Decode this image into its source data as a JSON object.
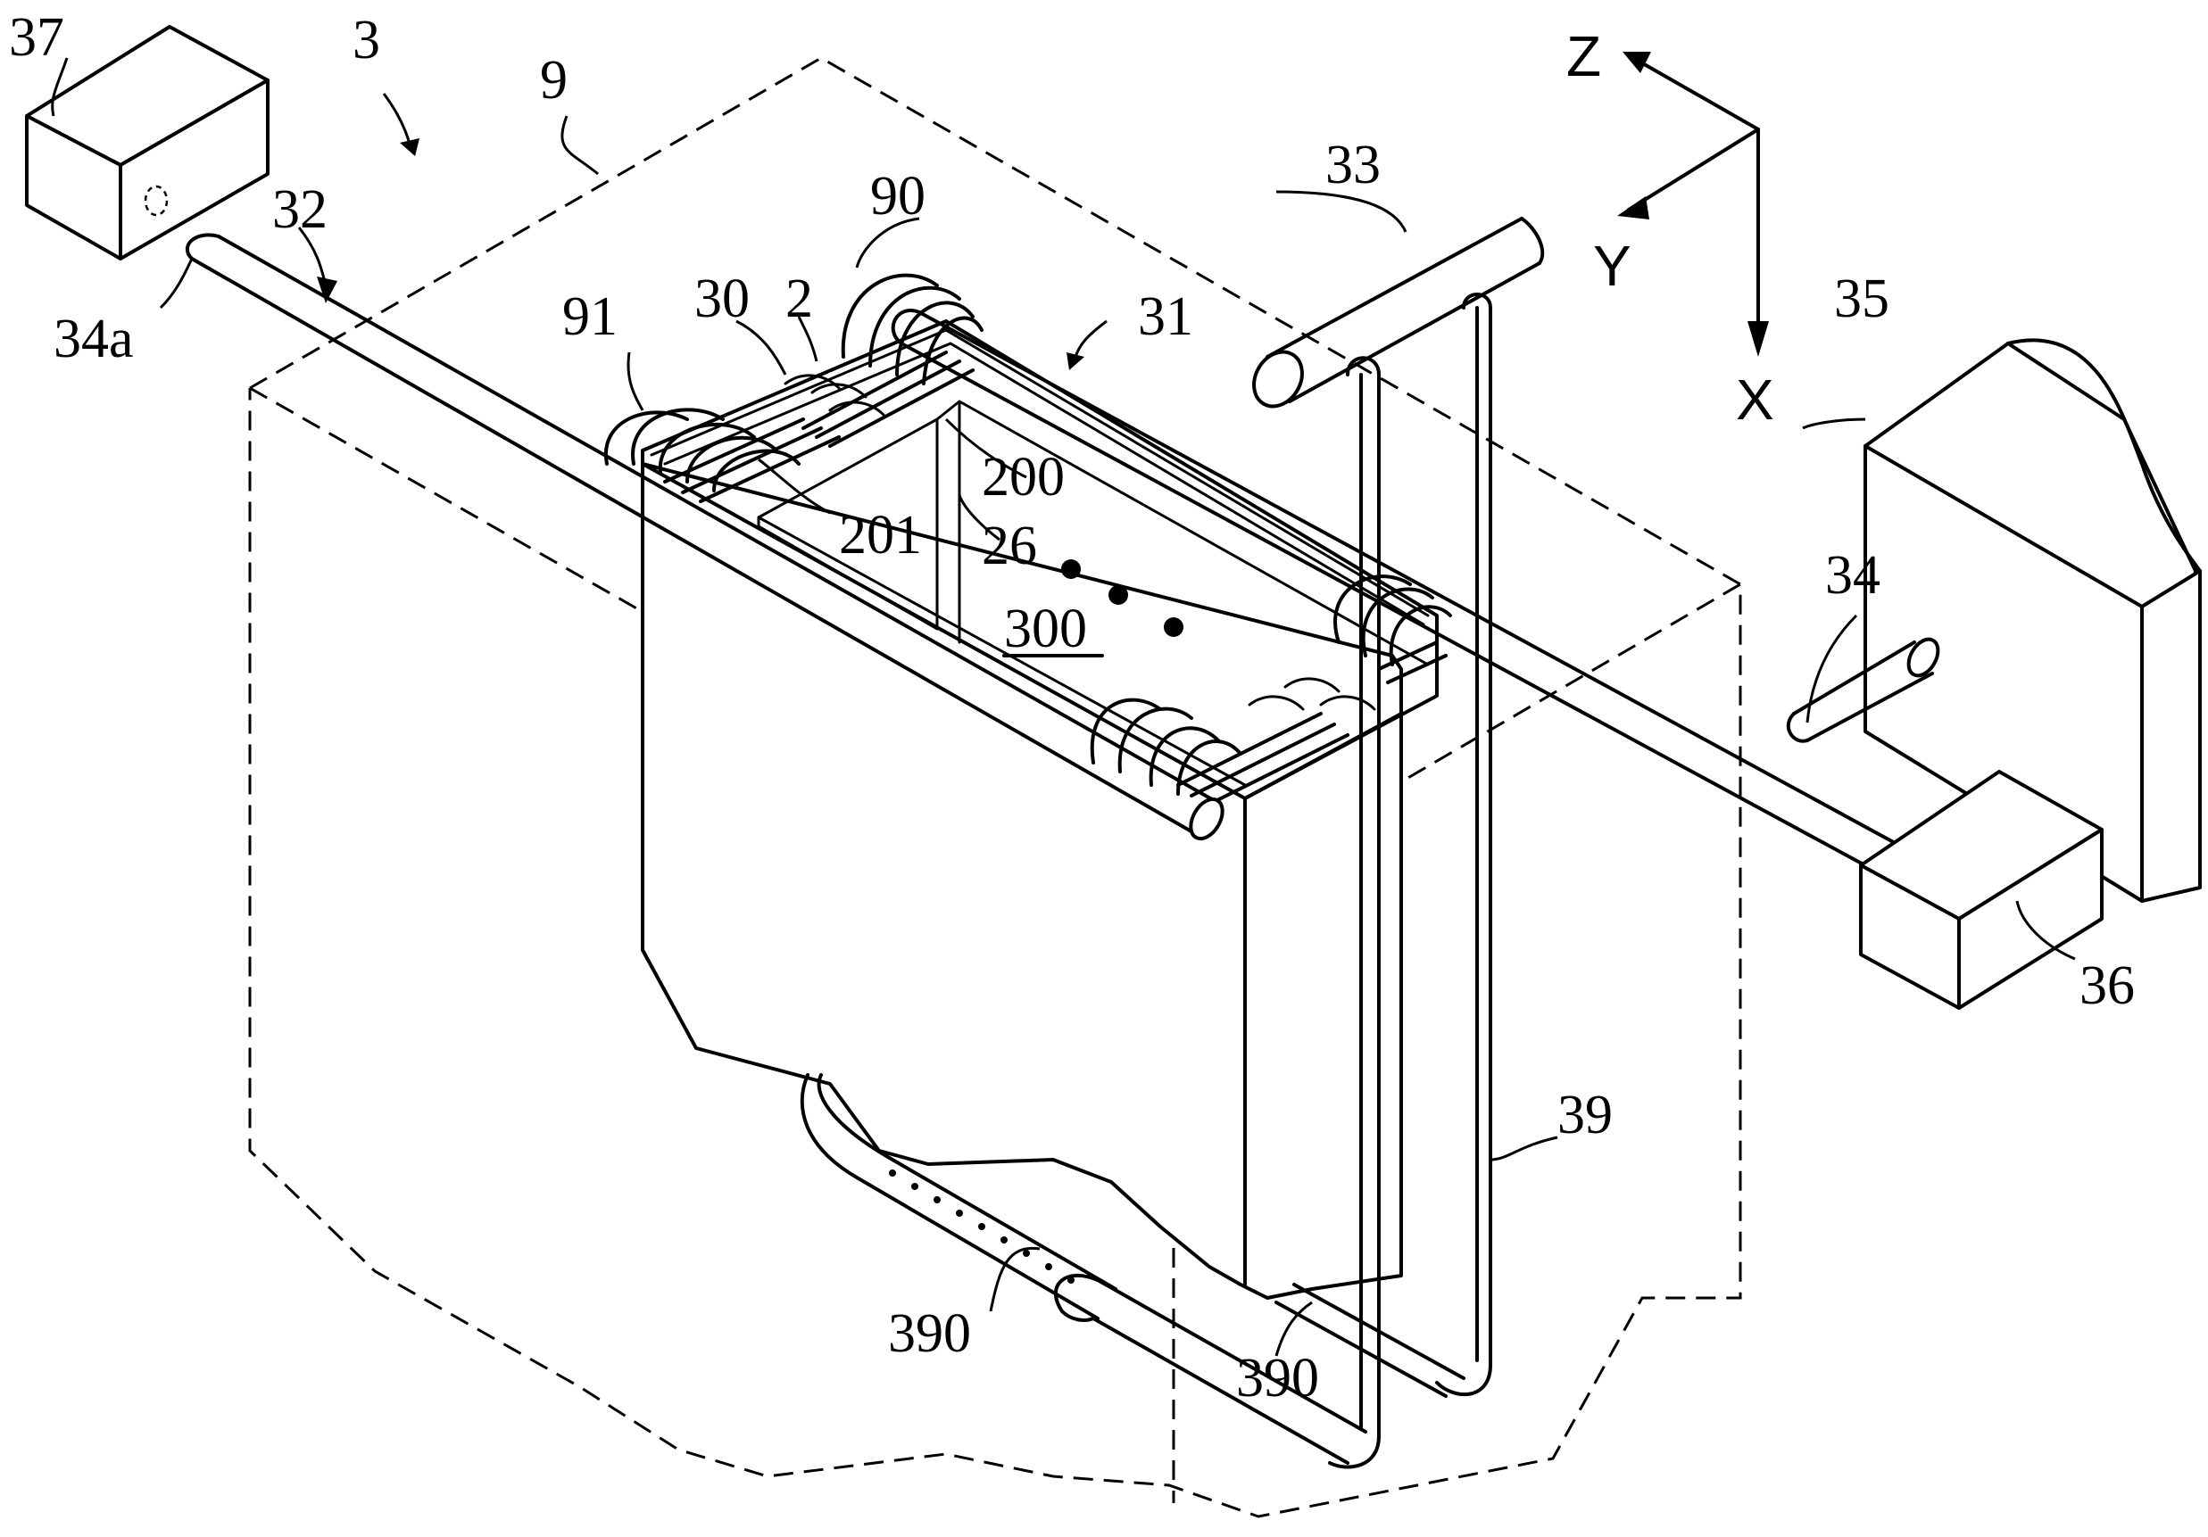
{
  "labels": {
    "l37": "37",
    "l3": "3",
    "l9": "9",
    "l32": "32",
    "l34a": "34a",
    "l90": "90",
    "l91": "91",
    "l30": "30",
    "l2": "2",
    "l31": "31",
    "l33": "33",
    "l200": "200",
    "l201": "201",
    "l26": "26",
    "l300": "300",
    "l35": "35",
    "l34": "34",
    "l36": "36",
    "l39": "39",
    "l390a": "390",
    "l390b": "390"
  },
  "axes": {
    "z": "Z",
    "y": "Y",
    "x": "X"
  }
}
